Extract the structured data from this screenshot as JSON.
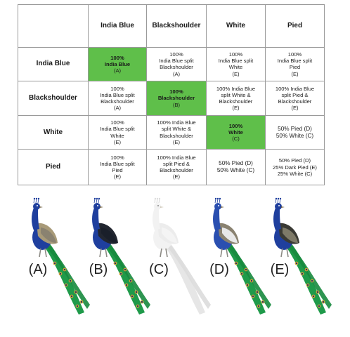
{
  "headers": [
    "",
    "India Blue",
    "Blackshoulder",
    "White",
    "Pied"
  ],
  "rows": [
    {
      "label": "India Blue",
      "cells": [
        {
          "lines": [
            "100%",
            "India Blue",
            "(A)"
          ],
          "highlight": true
        },
        {
          "lines": [
            "100%",
            "India Blue split",
            "Blackshoulder",
            "(A)"
          ],
          "highlight": false
        },
        {
          "lines": [
            "100%",
            "India Blue split",
            "White",
            "(E)"
          ],
          "highlight": false
        },
        {
          "lines": [
            "100%",
            "India Blue split",
            "Pied",
            "(E)"
          ],
          "highlight": false
        }
      ]
    },
    {
      "label": "Blackshoulder",
      "cells": [
        {
          "lines": [
            "100%",
            "India Blue split",
            "Blackshoulder",
            "(A)"
          ],
          "highlight": false
        },
        {
          "lines": [
            "100%",
            "Blackshoulder",
            "(B)"
          ],
          "highlight": true
        },
        {
          "lines": [
            "100% India Blue",
            "split White &",
            "Blackshoulder",
            "(E)"
          ],
          "highlight": false
        },
        {
          "lines": [
            "100% India Blue",
            "split Pied &",
            "Blackshoulder",
            "(E)"
          ],
          "highlight": false
        }
      ]
    },
    {
      "label": "White",
      "cells": [
        {
          "lines": [
            "100%",
            "India Blue split",
            "White",
            "(E)"
          ],
          "highlight": false
        },
        {
          "lines": [
            "100% India Blue",
            "split White &",
            "Blackshoulder",
            "(E)"
          ],
          "highlight": false
        },
        {
          "lines": [
            "100%",
            "White",
            "(C)"
          ],
          "highlight": true
        },
        {
          "lines": [
            "50% Pied (D)",
            "50% White (C)"
          ],
          "highlight": false
        }
      ]
    },
    {
      "label": "Pied",
      "cells": [
        {
          "lines": [
            "100%",
            "India Blue split",
            "Pied",
            "(E)"
          ],
          "highlight": false
        },
        {
          "lines": [
            "100% India Blue",
            "split Pied &",
            "Blackshoulder",
            "(E)"
          ],
          "highlight": false
        },
        {
          "lines": [
            "50% Pied (D)",
            "50% White (C)"
          ],
          "highlight": false
        },
        {
          "lines": [
            "50% Pied (D)",
            "25% Dark Pied (E)",
            "25% White (C)"
          ],
          "highlight": false
        }
      ]
    }
  ],
  "birds": [
    {
      "label": "(A)",
      "variety": "india-blue",
      "neck": "#1f3f9e",
      "tail": "#1f9a4a",
      "wing": "#8a8270",
      "shoulder": "#a89a78"
    },
    {
      "label": "(B)",
      "variety": "blackshoulder",
      "neck": "#1f3f9e",
      "tail": "#1f9a4a",
      "wing": "#1a1f2a",
      "shoulder": "#222630"
    },
    {
      "label": "(C)",
      "variety": "white",
      "neck": "#f2f2f2",
      "tail": "#e6e6e6",
      "wing": "#f4f4f4",
      "shoulder": "#ececec"
    },
    {
      "label": "(D)",
      "variety": "pied",
      "neck": "#2a4fb0",
      "tail": "#1f9a4a",
      "wing": "#e8e8e8",
      "shoulder": "#8a8270"
    },
    {
      "label": "(E)",
      "variety": "india-blue-split",
      "neck": "#1f3f9e",
      "tail": "#1f9a4a",
      "wing": "#7e7a68",
      "shoulder": "#3a3a34"
    }
  ],
  "colors": {
    "highlight": "#5fbf4a",
    "grid_line": "#9a9a9a"
  }
}
